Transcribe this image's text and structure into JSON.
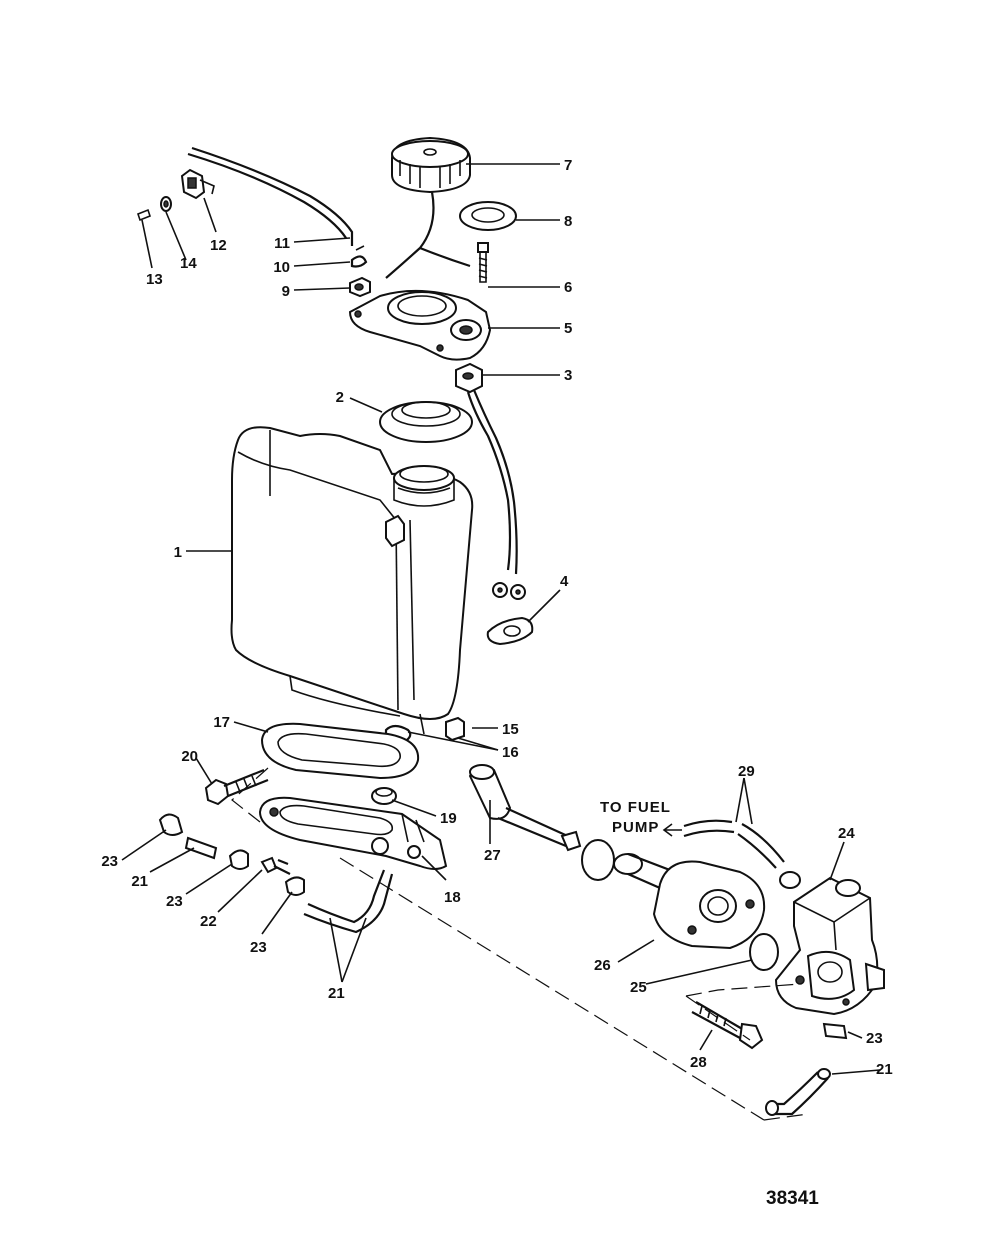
{
  "diagram": {
    "figure_number": "38341",
    "callout_to_fuel_pump": [
      "TO FUEL",
      "PUMP"
    ],
    "parts": [
      {
        "label": "1",
        "name": "oil-tank"
      },
      {
        "label": "2",
        "name": "grommet"
      },
      {
        "label": "3",
        "name": "low-oil-sensor"
      },
      {
        "label": "4",
        "name": "sensor-bracket"
      },
      {
        "label": "5",
        "name": "cap-bracket"
      },
      {
        "label": "6",
        "name": "screw"
      },
      {
        "label": "7",
        "name": "fill-cap"
      },
      {
        "label": "8",
        "name": "gasket"
      },
      {
        "label": "9",
        "name": "nut"
      },
      {
        "label": "10",
        "name": "clip"
      },
      {
        "label": "11",
        "name": "retainer-strap"
      },
      {
        "label": "12",
        "name": "j-clip"
      },
      {
        "label": "13",
        "name": "screw"
      },
      {
        "label": "14",
        "name": "washer"
      },
      {
        "label": "15",
        "name": "nut"
      },
      {
        "label": "16",
        "name": "fitting"
      },
      {
        "label": "17",
        "name": "seal"
      },
      {
        "label": "18",
        "name": "tank-mount"
      },
      {
        "label": "19",
        "name": "grommet"
      },
      {
        "label": "20",
        "name": "bolt"
      },
      {
        "label": "21",
        "name": "oil-hose"
      },
      {
        "label": "22",
        "name": "check-valve"
      },
      {
        "label": "23",
        "name": "sta-strap"
      },
      {
        "label": "24",
        "name": "oil-pump"
      },
      {
        "label": "25",
        "name": "o-ring"
      },
      {
        "label": "26",
        "name": "pump-housing"
      },
      {
        "label": "27",
        "name": "oil-filter"
      },
      {
        "label": "28",
        "name": "bolt"
      },
      {
        "label": "29",
        "name": "fuel-hose"
      }
    ]
  }
}
